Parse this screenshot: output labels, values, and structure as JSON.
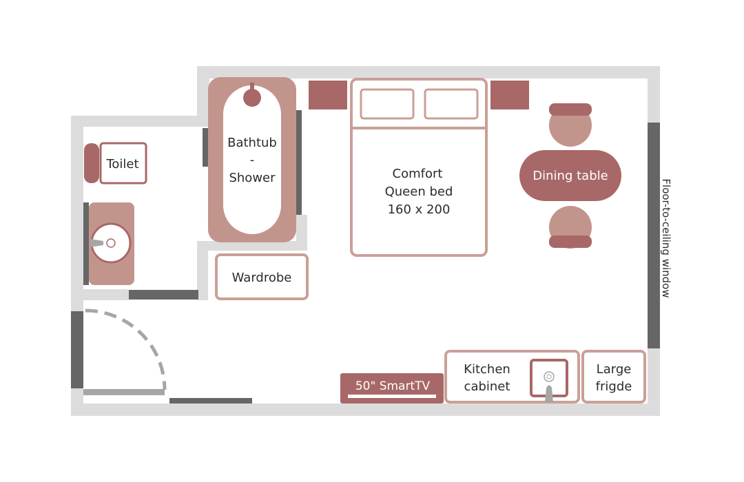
{
  "colors": {
    "wall": "#dcdcdc",
    "dark_wall": "#666666",
    "door_gray": "#a6a6a6",
    "rose": "#a86868",
    "rose_light": "#c2958c",
    "outline": "#c9a096",
    "text": "#2b2b2b"
  },
  "labels": {
    "toilet": "Toilet",
    "bathtub_line1": "Bathtub",
    "bathtub_line2": "-",
    "bathtub_line3": "Shower",
    "bed_line1": "Comfort",
    "bed_line2": "Queen bed",
    "bed_line3": "160 x 200",
    "dining_table": "Dining table",
    "wardrobe": "Wardrobe",
    "tv": "50\" SmartTV",
    "kitchen_line1": "Kitchen",
    "kitchen_line2": "cabinet",
    "fridge_line1": "Large",
    "fridge_line2": "frigde",
    "window": "Floor-to-ceiling window"
  }
}
